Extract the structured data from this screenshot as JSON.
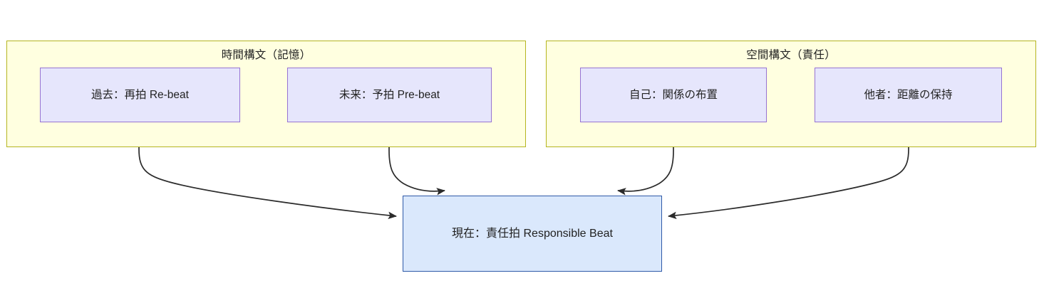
{
  "diagram": {
    "type": "flowchart",
    "direction": "bottom-up-convergent",
    "background": "#ffffff",
    "colors": {
      "group_fill": "#ffffe0",
      "group_stroke": "#b5b51f",
      "leaf_fill": "#e6e6fc",
      "leaf_stroke": "#9673d3",
      "center_fill": "#dae8fc",
      "center_stroke": "#2f5aa8",
      "edge_stroke": "#2b2b2b",
      "text": "#222222"
    },
    "groups": [
      {
        "id": "time-syntax",
        "title": "時間構文（記憶）",
        "nodes": [
          {
            "id": "past",
            "label": "過去：再拍 Re-beat"
          },
          {
            "id": "future",
            "label": "未来：予拍 Pre-beat"
          }
        ]
      },
      {
        "id": "space-syntax",
        "title": "空間構文（責任）",
        "nodes": [
          {
            "id": "self",
            "label": "自己：関係の布置"
          },
          {
            "id": "other",
            "label": "他者：距離の保持"
          }
        ]
      }
    ],
    "center_node": {
      "id": "present",
      "line1": "現在：責任拍 Responsible",
      "line2": "Beat"
    },
    "edges": [
      {
        "from": "past",
        "to": "present",
        "arrowhead": "filled-triangle",
        "target_side": "left"
      },
      {
        "from": "future",
        "to": "present",
        "arrowhead": "filled-triangle",
        "target_side": "top-left"
      },
      {
        "from": "self",
        "to": "present",
        "arrowhead": "filled-triangle",
        "target_side": "top-right"
      },
      {
        "from": "other",
        "to": "present",
        "arrowhead": "filled-triangle",
        "target_side": "right"
      }
    ]
  }
}
